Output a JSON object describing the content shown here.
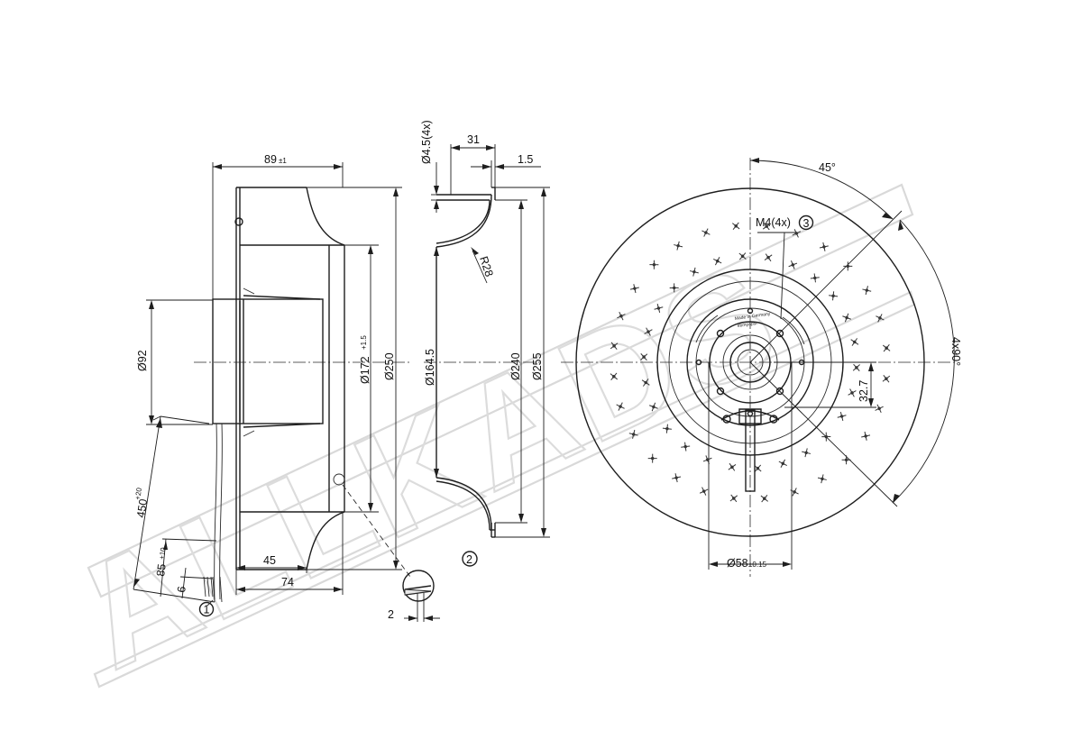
{
  "watermark": {
    "text": "ALLKADS"
  },
  "side_view": {
    "dim_overall_width": "89",
    "dim_overall_width_tol": "±1",
    "dim_hub_dia": "Ø92",
    "dim_inner_dia": "Ø172",
    "dim_inner_dia_tol": "+1.5",
    "dim_outer_dia": "Ø250",
    "dim_45": "45",
    "dim_74": "74",
    "dim_cable_len": "450",
    "dim_cable_len_tol": "+20",
    "dim_85": "85",
    "dim_85_tol": "±10",
    "dim_6": "6",
    "dim_2": "2",
    "callout_1": "1"
  },
  "section_view": {
    "dim_holes": "Ø4.5(4x)",
    "dim_31": "31",
    "dim_1_5": "1.5",
    "dim_radius": "R28",
    "dim_164_5": "Ø164.5",
    "dim_240": "Ø240",
    "dim_255": "Ø255",
    "callout_2": "2"
  },
  "front_view": {
    "dim_45deg": "45°",
    "dim_m4": "M4(4x)",
    "callout_3": "3",
    "dim_4x90": "4x90°",
    "dim_32_7": "32.7",
    "dim_58": "Ø58",
    "dim_58_tol": "±0.15",
    "label_made_in": "Made in Germany",
    "label_brand": "ebmpapst"
  }
}
